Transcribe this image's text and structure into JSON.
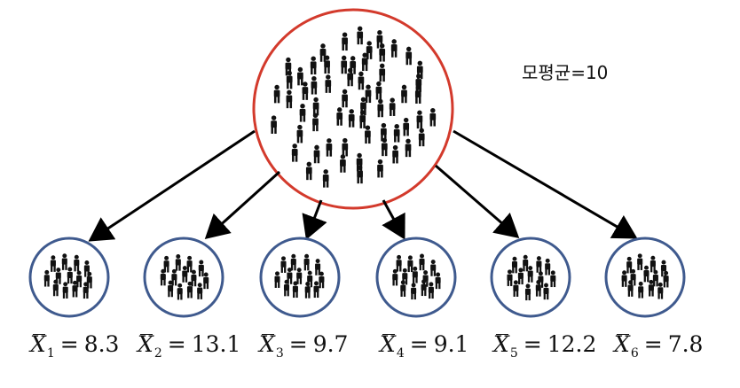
{
  "population": {
    "mean_label": "모평균=10",
    "circle_color": "#d33a2c"
  },
  "samples": [
    {
      "var": "X",
      "index": "1",
      "value": "8.3"
    },
    {
      "var": "X",
      "index": "2",
      "value": "13.1"
    },
    {
      "var": "X",
      "index": "3",
      "value": "9.7"
    },
    {
      "var": "X",
      "index": "4",
      "value": "9.1"
    },
    {
      "var": "X",
      "index": "5",
      "value": "12.2"
    },
    {
      "var": "X",
      "index": "6",
      "value": "7.8"
    }
  ],
  "colors": {
    "sample_circle": "#3f5a8e",
    "people": "#111111",
    "arrows": "#000000"
  },
  "icons": {
    "people": "person-icon"
  }
}
